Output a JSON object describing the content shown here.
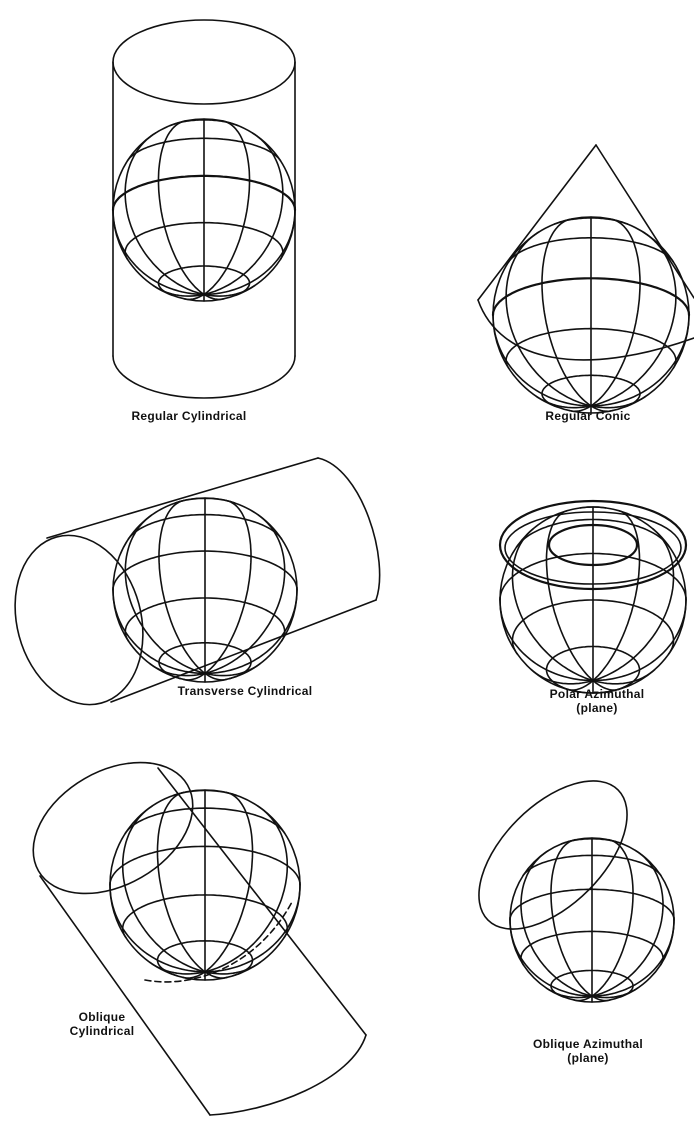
{
  "figures": [
    {
      "id": "regular-cylindrical",
      "label_lines": [
        "Regular Cylindrical"
      ]
    },
    {
      "id": "regular-conic",
      "label_lines": [
        "Regular Conic"
      ]
    },
    {
      "id": "transverse-cylindrical",
      "label_lines": [
        "Transverse Cylindrical"
      ]
    },
    {
      "id": "polar-azimuthal",
      "label_lines": [
        "Polar Azimuthal",
        "(plane)"
      ]
    },
    {
      "id": "oblique-cylindrical",
      "label_lines": [
        "Oblique",
        "Cylindrical"
      ]
    },
    {
      "id": "oblique-azimuthal",
      "label_lines": [
        "Oblique Azimuthal",
        "(plane)"
      ]
    }
  ]
}
